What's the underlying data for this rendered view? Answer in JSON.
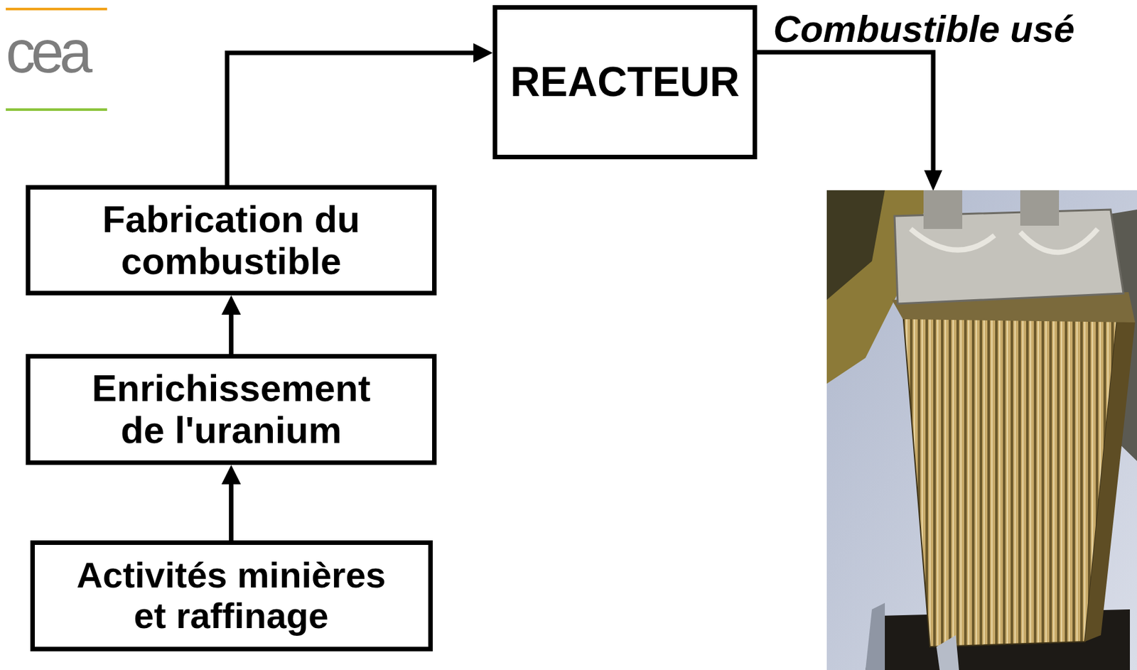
{
  "diagram": {
    "nodes": [
      {
        "text": [
          "REACTEUR"
        ]
      },
      {
        "text": [
          "Fabrication du combustible"
        ]
      },
      {
        "text": [
          "Enrichissement de l'uranium"
        ]
      },
      {
        "text": [
          "Activités minières et raffinage"
        ]
      }
    ],
    "edges": [
      {
        "from": 3,
        "to": 2,
        "arrow": "to"
      },
      {
        "from": 2,
        "to": 1,
        "arrow": "to"
      },
      {
        "from": 1,
        "to": 0,
        "arrow": "to"
      }
    ],
    "labels": [
      "cea",
      "Combustible usé"
    ]
  }
}
